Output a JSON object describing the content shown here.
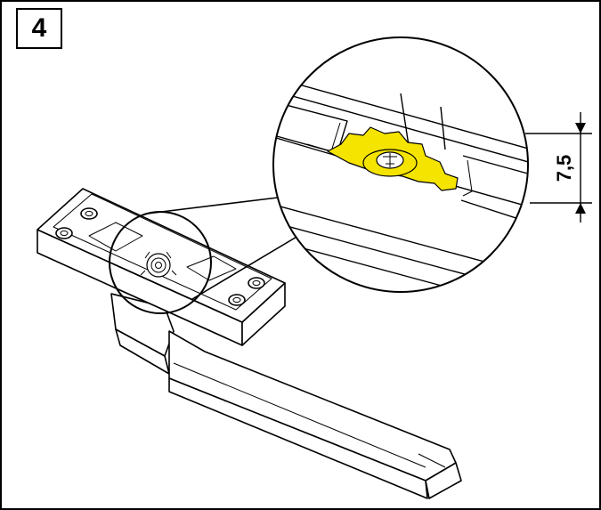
{
  "step_number": "4",
  "dimension": {
    "value": "7,5"
  },
  "colors": {
    "gear": "#f5e400",
    "line": "#000000",
    "background": "#ffffff"
  },
  "icons": [
    "handle-illustration",
    "gear-icon"
  ]
}
